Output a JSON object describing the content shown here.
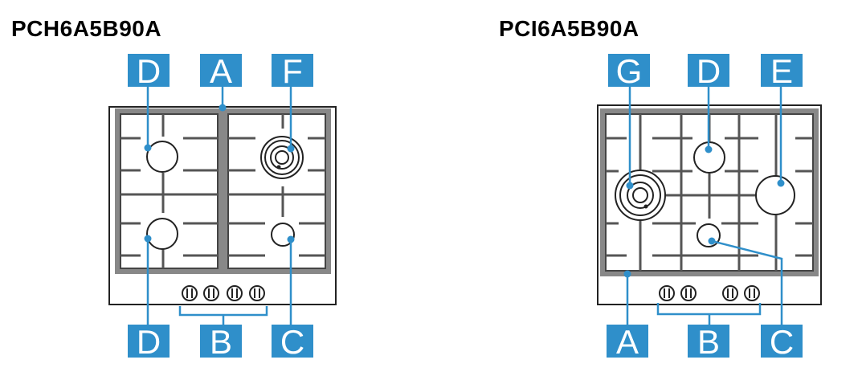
{
  "left_model": {
    "title": "PCH6A5B90A",
    "labels": {
      "top_left": "D",
      "top_mid": "A",
      "top_right": "F",
      "bottom_left": "D",
      "bottom_mid": "B",
      "bottom_right": "C"
    }
  },
  "right_model": {
    "title": "PCI6A5B90A",
    "labels": {
      "top_left": "G",
      "top_mid": "D",
      "top_right": "E",
      "bottom_left": "A",
      "bottom_mid": "B",
      "bottom_right": "C"
    }
  },
  "colors": {
    "callout_bg": "#2f8fca",
    "line": "#222222",
    "grate": "#888888",
    "dot": "#2f8fca"
  }
}
